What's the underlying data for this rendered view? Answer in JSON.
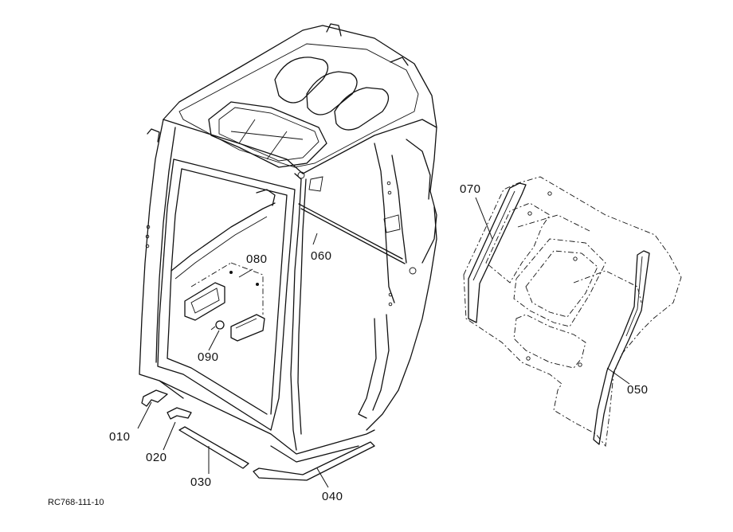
{
  "drawing_reference": "RC768-111-10",
  "part_labels": [
    {
      "id": "p010",
      "text": "010"
    },
    {
      "id": "p020",
      "text": "020"
    },
    {
      "id": "p030",
      "text": "030"
    },
    {
      "id": "p040",
      "text": "040"
    },
    {
      "id": "p050",
      "text": "050"
    },
    {
      "id": "p060",
      "text": "060"
    },
    {
      "id": "p070",
      "text": "070"
    },
    {
      "id": "p080",
      "text": "080"
    },
    {
      "id": "p090",
      "text": "090"
    }
  ]
}
